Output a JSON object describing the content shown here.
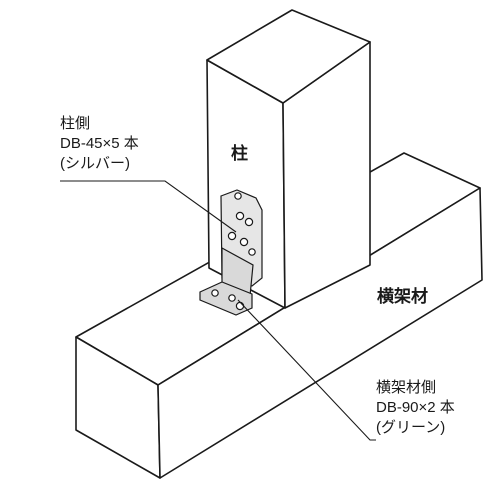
{
  "labels": {
    "column": "柱",
    "beam": "横架材",
    "column_side": {
      "title": "柱側",
      "spec": "DB-45×5 本",
      "color": "(シルバー)"
    },
    "beam_side": {
      "title": "横架材側",
      "spec": "DB-90×2 本",
      "color": "(グリーン)"
    }
  },
  "colors": {
    "outline": "#1a1a1a",
    "face_light": "#ffffff",
    "face_shade": "#f2f2f2",
    "silver_plate": "#e6e6e6",
    "green_plate": "#d9d9d9"
  }
}
